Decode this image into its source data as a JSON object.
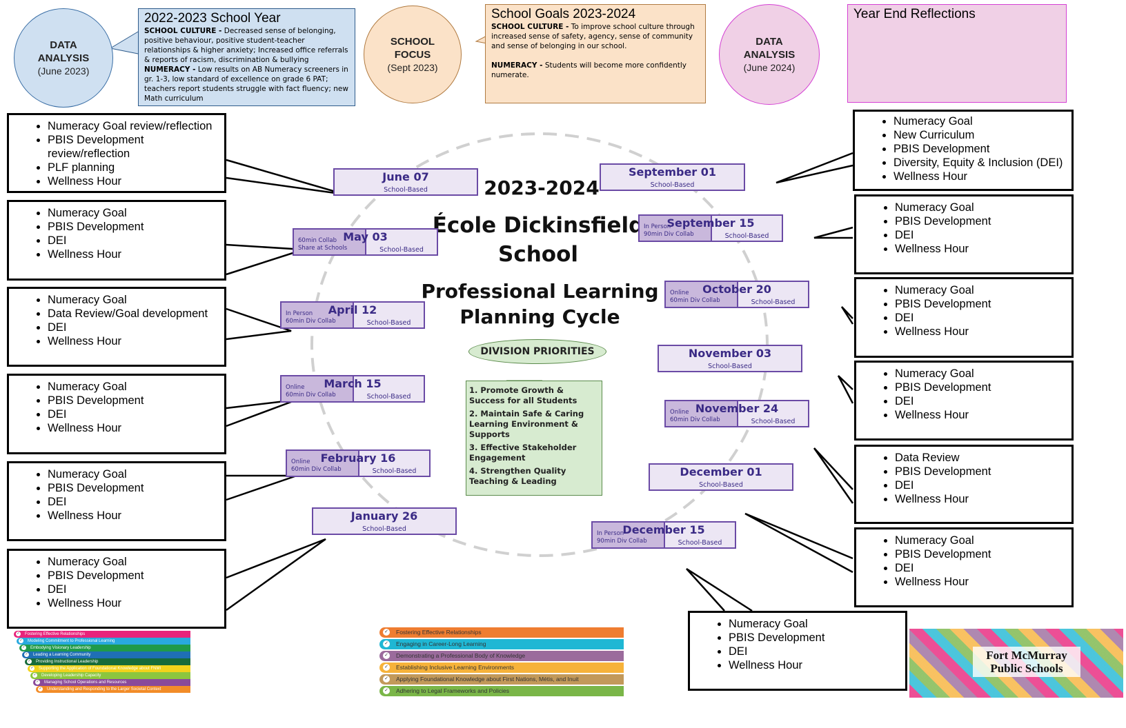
{
  "top": {
    "da1": {
      "l1": "DATA",
      "l2": "ANALYSIS",
      "l3": "(June 2023)"
    },
    "year": {
      "title": "2022-2023 School Year",
      "c_head": "SCHOOL CULTURE -",
      "c_text": " Decreased sense of belonging, positive behaviour, positive student-teacher relationships & higher anxiety; Increased office referrals & reports of racism, discrimination & bullying",
      "n_head": "NUMERACY -",
      "n_text": " Low results on AB Numeracy screeners in gr. 1-3, low standard of excellence on grade 6 PAT; teachers report students struggle with fact fluency; new Math curriculum"
    },
    "focus": {
      "l1": "SCHOOL",
      "l2": "FOCUS",
      "l3": "(Sept 2023)"
    },
    "goals": {
      "title": "School Goals 2023-2024",
      "c_head": "SCHOOL CULTURE -",
      "c_text": " To improve school culture through increased sense of safety, agency, sense of community and sense of belonging in our school.",
      "n_head": "NUMERACY -",
      "n_text": " Students will become more confidently numerate."
    },
    "da2": {
      "l1": "DATA",
      "l2": "ANALYSIS",
      "l3": "(June 2024)"
    },
    "reflect": {
      "title": "Year End Reflections"
    }
  },
  "center": {
    "year": "2023-2024",
    "school1": "École Dickinsfield",
    "school2": "School",
    "pl1": "Professional Learning",
    "pl2": "Planning Cycle",
    "div": "DIVISION PRIORITIES",
    "priorities": [
      "1. Promote Growth & Success for all Students",
      "2. Maintain Safe & Caring Learning Environment & Supports",
      "3. Effective Stakeholder Engagement",
      "4. Strengthen Quality Teaching & Leading"
    ]
  },
  "dates": [
    {
      "date": "June 07",
      "sub": "School-Based"
    },
    {
      "date": "May 03",
      "sub": "School-Based",
      "side1": "60min Collab",
      "side2": "Share at Schools"
    },
    {
      "date": "April 12",
      "sub": "School-Based",
      "side1": "In Person",
      "side2": "60min Div Collab"
    },
    {
      "date": "March 15",
      "sub": "School-Based",
      "side1": "Online",
      "side2": "60min Div Collab"
    },
    {
      "date": "February 16",
      "sub": "School-Based",
      "side1": "Online",
      "side2": "60min Div Collab"
    },
    {
      "date": "January 26",
      "sub": "School-Based"
    },
    {
      "date": "September 01",
      "sub": "School-Based"
    },
    {
      "date": "September 15",
      "sub": "School-Based",
      "side1": "In Person",
      "side2": "90min Div Collab"
    },
    {
      "date": "October 20",
      "sub": "School-Based",
      "side1": "Online",
      "side2": "60min Div Collab"
    },
    {
      "date": "November 03",
      "sub": "School-Based"
    },
    {
      "date": "November 24",
      "sub": "School-Based",
      "side1": "Online",
      "side2": "60min Div Collab"
    },
    {
      "date": "December 01",
      "sub": "School-Based"
    },
    {
      "date": "December 15",
      "sub": "School-Based",
      "side1": "In Person",
      "side2": "90min Div Collab"
    }
  ],
  "boxes": [
    [
      "Numeracy Goal review/reflection",
      "PBIS Development review/reflection",
      "PLF planning",
      "Wellness Hour"
    ],
    [
      "Numeracy Goal",
      "PBIS Development",
      "DEI",
      "Wellness Hour"
    ],
    [
      "Numeracy Goal",
      "Data Review/Goal development",
      "DEI",
      "Wellness Hour"
    ],
    [
      "Numeracy Goal",
      "PBIS Development",
      "DEI",
      "Wellness Hour"
    ],
    [
      "Numeracy Goal",
      "PBIS Development",
      "DEI",
      "Wellness Hour"
    ],
    [
      "Numeracy Goal",
      "PBIS Development",
      "DEI",
      "Wellness Hour"
    ],
    [
      "Numeracy Goal",
      "New Curriculum",
      "PBIS Development",
      "Diversity, Equity & Inclusion (DEI)",
      "Wellness Hour"
    ],
    [
      "Numeracy Goal",
      "PBIS Development",
      "DEI",
      "Wellness Hour"
    ],
    [
      "Numeracy Goal",
      "PBIS Development",
      "DEI",
      "Wellness Hour"
    ],
    [
      "Numeracy Goal",
      "PBIS Development",
      "DEI",
      "Wellness Hour"
    ],
    [
      "Data Review",
      "PBIS Development",
      "DEI",
      "Wellness Hour"
    ],
    [
      "Numeracy Goal",
      "PBIS Development",
      "DEI",
      "Wellness Hour"
    ],
    [
      "Numeracy Goal",
      "PBIS Development",
      "DEI",
      "Wellness Hour"
    ]
  ],
  "banner_left": [
    "Fostering Effective Relationships",
    "Modeling Commitment to Professional Learning",
    "Embodying Visionary Leadership",
    "Leading a Learning Community",
    "Providing Instructional Leadership",
    "Supporting the Application of Foundational Knowledge about FNMI",
    "Developing Leadership Capacity",
    "Managing School Operations and Resources",
    "Understanding and Responding to the Larger Societal Context"
  ],
  "banner_mid": [
    "Fostering Effective Relationships",
    "Engaging in Career-Long Learning",
    "Demonstrating a Professional Body of Knowledge",
    "Establishing Inclusive Learning Environments",
    "Applying Foundational Knowledge about First Nations, Métis, and Inuit",
    "Adhering to Legal Frameworks and Policies"
  ],
  "logo": {
    "l1": "Fort McMurray",
    "l2": "Public Schools"
  },
  "colors": {
    "purple": "#6a4aa5",
    "left_bands": [
      "#e8237b",
      "#29a9df",
      "#1f9a4a",
      "#1f6fb5",
      "#176b3a",
      "#f2d31b",
      "#8cc63f",
      "#8a4a9a",
      "#f28c28"
    ],
    "mid_bands": [
      "#ef7d31",
      "#1fb7d4",
      "#9b6b9c",
      "#f6b23a",
      "#c2995a",
      "#7ab648"
    ]
  }
}
